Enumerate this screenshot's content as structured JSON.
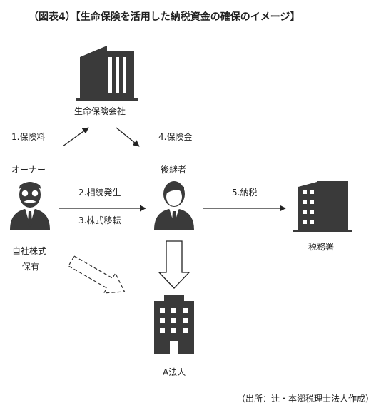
{
  "title": "（図表4）【生命保険を活用した納税資金の確保のイメージ】",
  "nodes": {
    "insurer": "生命保険会社",
    "owner": "オーナー",
    "successor": "後継者",
    "tax_office": "税務署",
    "corporation": "A法人"
  },
  "flows": {
    "premium": "1.保険料",
    "inheritance": "2.相続発生",
    "share_transfer": "3.株式移転",
    "insurance_payout": "4.保険金",
    "tax_payment": "5.納税"
  },
  "owner_note_line1": "自社株式",
  "owner_note_line2": "保有",
  "source": "（出所：辻・本郷税理士法人作成）",
  "colors": {
    "icon": "#3a3a3a",
    "line": "#222222"
  },
  "icons": [
    "office-building-icon",
    "businessman-mustache-icon",
    "businessman-icon",
    "tax-office-building-icon",
    "corporate-building-icon"
  ]
}
